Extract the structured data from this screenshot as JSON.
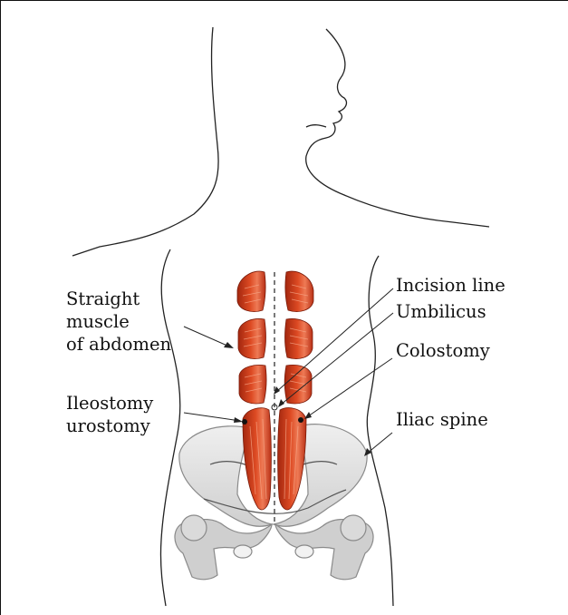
{
  "labels": {
    "straight_muscle": [
      "Straight",
      "muscle",
      "of abdomen"
    ],
    "ileostomy": [
      "Ileostomy",
      "urostomy"
    ],
    "incision_line": "Incision line",
    "umbilicus": "Umbilicus",
    "colostomy": "Colostomy",
    "iliac_spine": "Iliac spine"
  },
  "colors": {
    "outline": "#222222",
    "muscle": "#d2401f",
    "muscle_dark": "#8e1e0a",
    "muscle_light": "#f08a6a",
    "bone": "#d4d4d4",
    "bone_light": "#e9e9e9",
    "bone_outline": "#8a8a8a"
  }
}
